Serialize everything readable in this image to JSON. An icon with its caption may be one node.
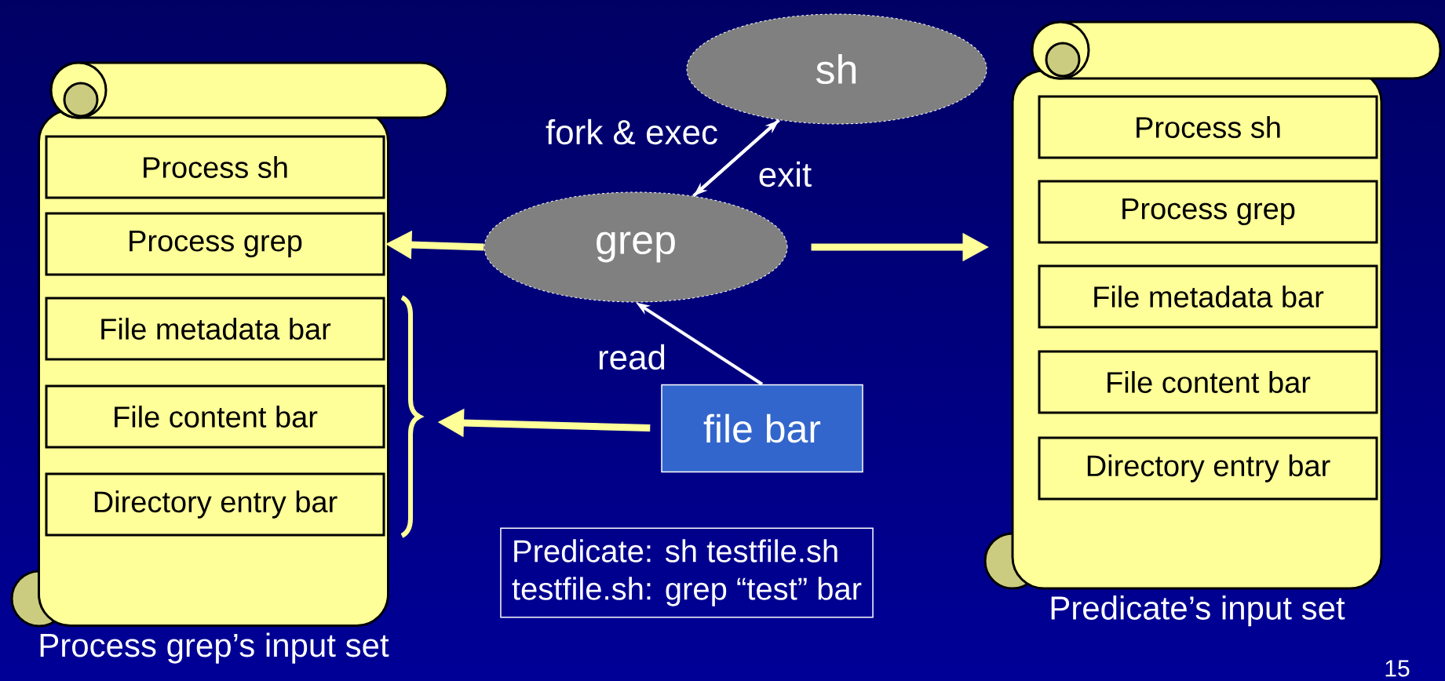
{
  "diagram": {
    "nodes": [
      {
        "text": [
          "Process grep’s input set"
        ]
      },
      {
        "text": [
          "Process sh"
        ],
        "in": 0
      },
      {
        "text": [
          "Process grep"
        ],
        "in": 0
      },
      {
        "text": [
          "File metadata bar"
        ],
        "in": 0
      },
      {
        "text": [
          "File content bar"
        ],
        "in": 0
      },
      {
        "text": [
          "Directory entry bar"
        ],
        "in": 0
      },
      {
        "text": [
          "Predicate’s input set"
        ]
      },
      {
        "text": [
          "Process sh"
        ],
        "in": 6
      },
      {
        "text": [
          "Process grep"
        ],
        "in": 6
      },
      {
        "text": [
          "File metadata bar"
        ],
        "in": 6
      },
      {
        "text": [
          "File content bar"
        ],
        "in": 6
      },
      {
        "text": [
          "Directory entry bar"
        ],
        "in": 6
      },
      {
        "text": [
          "grep"
        ]
      },
      {
        "text": [
          "sh"
        ]
      },
      {
        "text": [
          "file bar"
        ]
      },
      {
        "text": [
          "Predicate: sh testfile.sh",
          "testfile.sh: grep “test” bar"
        ]
      }
    ],
    "edges": [
      {
        "from": 12,
        "to": 2,
        "arrow": "to",
        "style": "thick",
        "color": "#ffff99"
      },
      {
        "from": 12,
        "to": 6,
        "arrow": "to",
        "style": "thick",
        "color": "#ffff99"
      },
      {
        "from": 12,
        "to": 13,
        "arrow": "to",
        "label": "fork & exec",
        "color": "#ffffff"
      },
      {
        "from": 13,
        "to": 12,
        "arrow": "to",
        "label": "exit",
        "color": "#ffffff"
      },
      {
        "from": 14,
        "to": 12,
        "arrow": "to",
        "label": "read",
        "color": "#ffffff"
      },
      {
        "from": 14,
        "to": null,
        "arrow": "to",
        "style": "thick",
        "color": "#ffff99"
      }
    ],
    "labels": [
      "15"
    ]
  }
}
